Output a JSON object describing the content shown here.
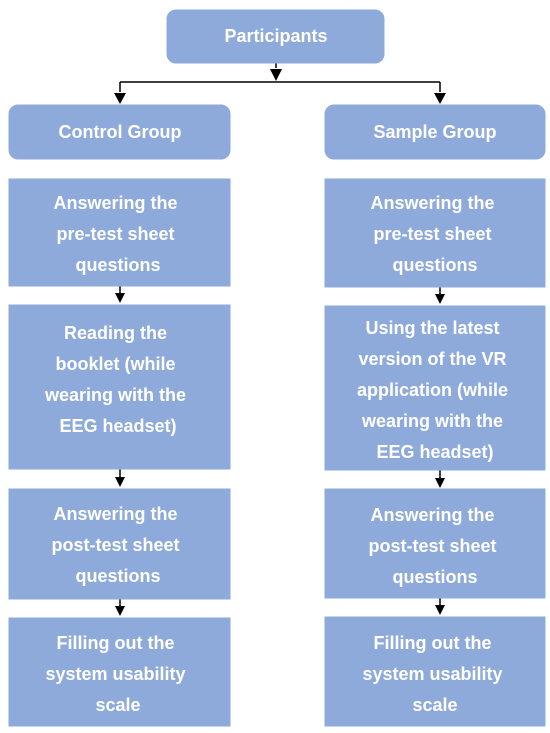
{
  "root": {
    "label": "Participants"
  },
  "groups": [
    {
      "title": "Control Group",
      "steps": [
        [
          "Answering the",
          "pre-test sheet",
          "questions"
        ],
        [
          "Reading the",
          "booklet (while",
          "wearing with the",
          "EEG headset)"
        ],
        [
          "Answering the",
          "post-test sheet",
          "questions"
        ],
        [
          "Filling out the",
          "system usability",
          "scale"
        ]
      ]
    },
    {
      "title": "Sample Group",
      "steps": [
        [
          "Answering the",
          "pre-test sheet",
          "questions"
        ],
        [
          "Using the latest",
          "version of the VR",
          "application (while",
          "wearing with the",
          "EEG headset)"
        ],
        [
          "Answering the",
          "post-test sheet",
          "questions"
        ],
        [
          "Filling out the",
          "system usability",
          "scale"
        ]
      ]
    }
  ],
  "colors": {
    "node_fill": "#8eaadb",
    "node_text": "#ffffff",
    "connector": "#000000"
  }
}
